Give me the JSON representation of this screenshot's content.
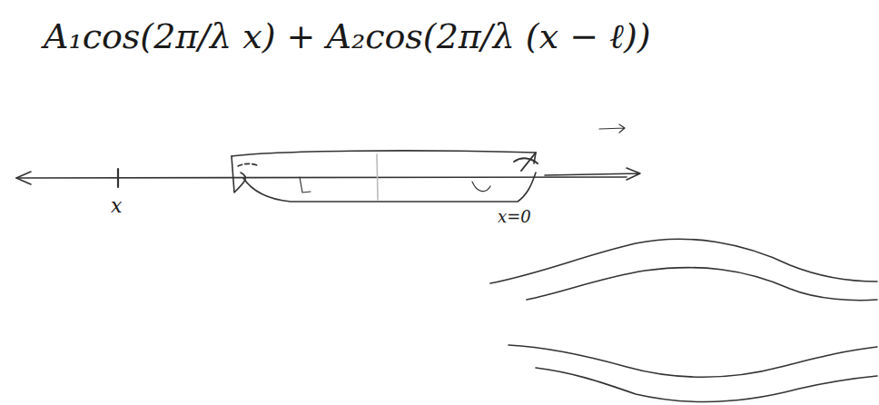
{
  "diagram": {
    "labels": [
      "A₁cos(2π/λ x) + A₂cos(2π/λ (x − ℓ))",
      "x",
      "x=0"
    ]
  }
}
